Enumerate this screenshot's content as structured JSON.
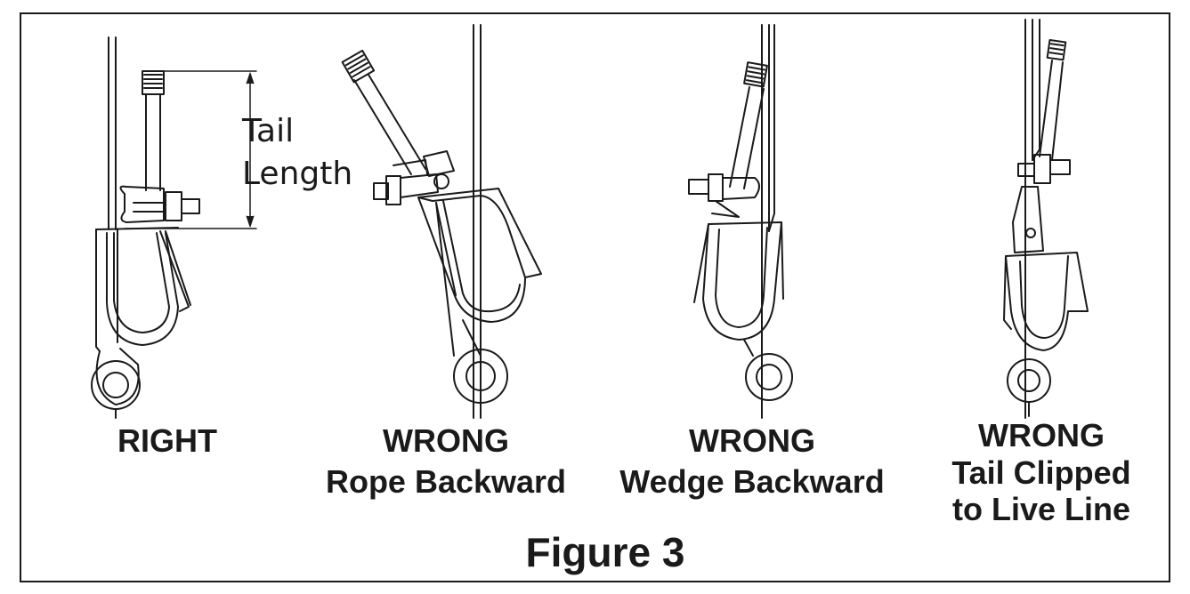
{
  "figure": {
    "title": "Figure 3",
    "dimension_label": {
      "line1": "Tail",
      "line2": "Length"
    },
    "panels": [
      {
        "lines": [
          "RIGHT"
        ]
      },
      {
        "lines": [
          "WRONG",
          "Rope Backward"
        ]
      },
      {
        "lines": [
          "WRONG",
          "Wedge Backward"
        ]
      },
      {
        "lines": [
          "WRONG",
          "Tail Clipped",
          "to Live Line"
        ]
      }
    ]
  },
  "colors": {
    "ink": "#1a1a1a",
    "background": "#ffffff"
  }
}
